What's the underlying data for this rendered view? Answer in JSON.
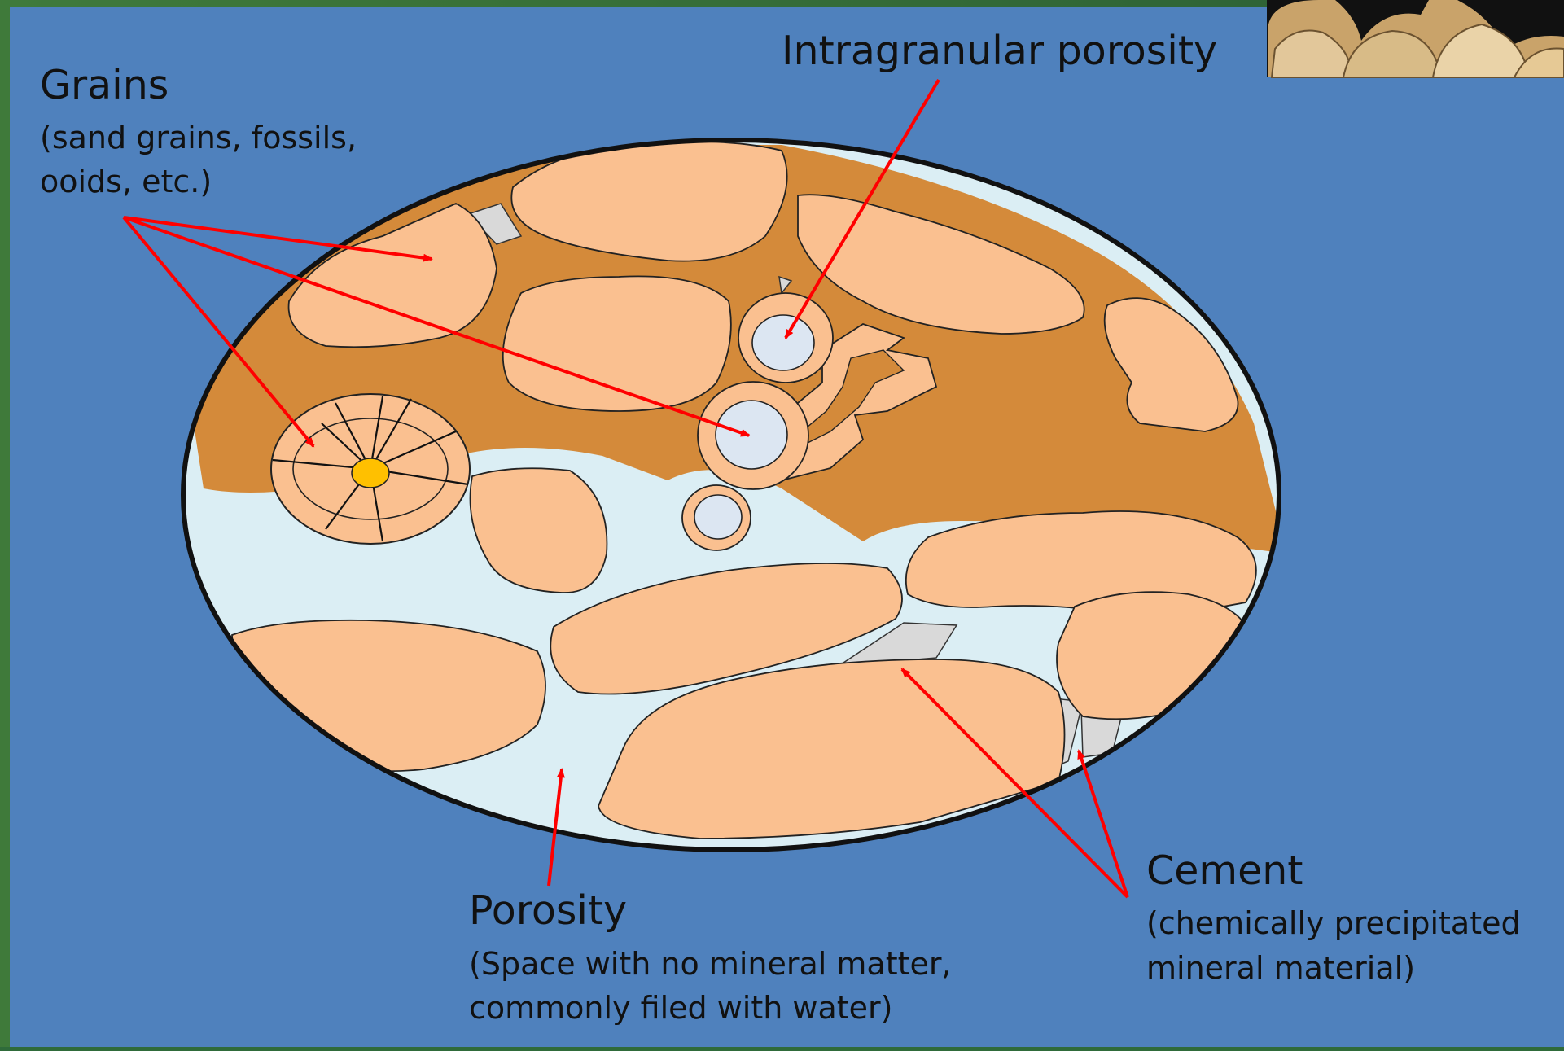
{
  "slide": {
    "background_color": "#4f81bd",
    "grain_color": "#fac090",
    "cement_fill_color": "#d48a3a",
    "pore_color": "#dbeef4",
    "red_arrow_color": "#ff0000"
  },
  "labels": {
    "grains_title": "Grains",
    "grains_desc_1": "(sand grains, fossils,",
    "grains_desc_2": "ooids, etc.)",
    "intragranular_title": "Intragranular porosity",
    "porosity_title": "Porosity",
    "porosity_desc_1": "(Space with no mineral matter,",
    "porosity_desc_2": "commonly filed with water)",
    "cement_title": "Cement",
    "cement_desc_1": "(chemically precipitated",
    "cement_desc_2": "mineral material)"
  },
  "icons": {
    "corner_image": "sand-grains-photo-icon",
    "arrow": "red-arrow-icon"
  }
}
